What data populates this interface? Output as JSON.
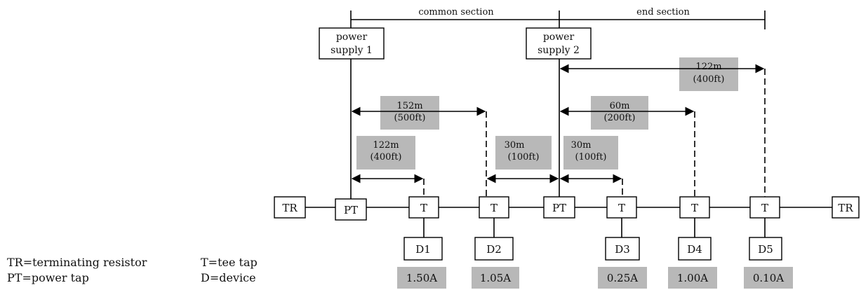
{
  "sections": {
    "common": "common section",
    "end": "end section"
  },
  "power_supplies": {
    "ps1": [
      "power",
      "supply 1"
    ],
    "ps2": [
      "power",
      "supply 2"
    ]
  },
  "trunk": {
    "tr_left": "TR",
    "pt1": "PT",
    "t1": "T",
    "t2": "T",
    "pt2": "PT",
    "t3": "T",
    "t4": "T",
    "t5": "T",
    "tr_right": "TR"
  },
  "devices": {
    "d1": {
      "label": "D1",
      "current": "1.50A"
    },
    "d2": {
      "label": "D2",
      "current": "1.05A"
    },
    "d3": {
      "label": "D3",
      "current": "0.25A"
    },
    "d4": {
      "label": "D4",
      "current": "1.00A"
    },
    "d5": {
      "label": "D5",
      "current": "0.10A"
    }
  },
  "distances": {
    "ps1_d2": [
      "152m",
      "(500ft)"
    ],
    "ps1_d1": [
      "122m",
      "(400ft)"
    ],
    "d2_pt2": [
      "30m",
      "(100ft)"
    ],
    "ps2_d3": [
      "30m",
      "(100ft)"
    ],
    "ps2_d4": [
      "60m",
      "(200ft)"
    ],
    "ps2_d5": [
      "122m",
      "(400ft)"
    ]
  },
  "legend": {
    "tr": "TR=terminating resistor",
    "pt": "PT=power tap",
    "t": "T=tee tap",
    "d": "D=device"
  }
}
